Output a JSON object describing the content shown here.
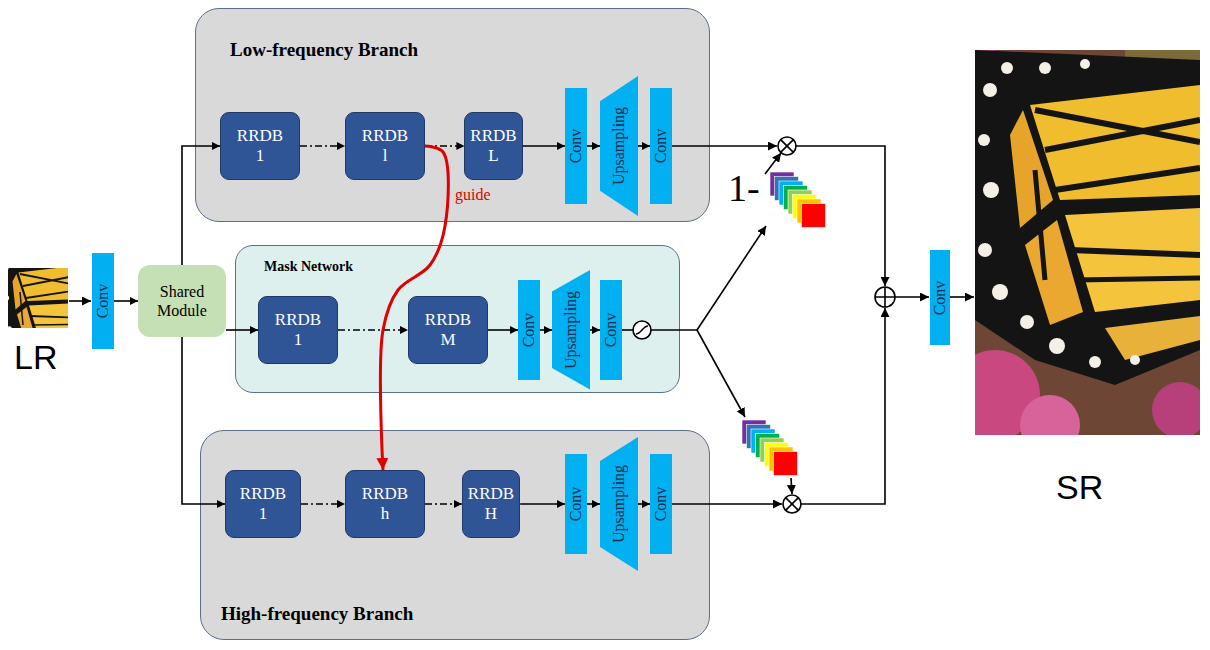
{
  "diagram": {
    "nodes": [
      {
        "text": [
          "Conv"
        ]
      },
      {
        "text": [
          "Shared Module"
        ]
      },
      {
        "text": [
          "Low-frequency Branch"
        ]
      },
      {
        "text": [
          "RRDB 1"
        ],
        "in": 2
      },
      {
        "text": [
          "RRDB l"
        ],
        "in": 2
      },
      {
        "text": [
          "RRDB L"
        ],
        "in": 2
      },
      {
        "text": [
          "Conv"
        ],
        "in": 2
      },
      {
        "text": [
          "Upsampling"
        ],
        "in": 2
      },
      {
        "text": [
          "Conv"
        ],
        "in": 2
      },
      {
        "text": [
          "Mask Network"
        ]
      },
      {
        "text": [
          "RRDB 1"
        ],
        "in": 9
      },
      {
        "text": [
          "RRDB M"
        ],
        "in": 9
      },
      {
        "text": [
          "Conv"
        ],
        "in": 9
      },
      {
        "text": [
          "Upsampling"
        ],
        "in": 9
      },
      {
        "text": [
          "Conv"
        ],
        "in": 9
      },
      {
        "text": [
          "High-frequency Branch"
        ]
      },
      {
        "text": [
          "RRDB 1"
        ],
        "in": 15
      },
      {
        "text": [
          "RRDB h"
        ],
        "in": 15
      },
      {
        "text": [
          "RRDB H"
        ],
        "in": 15
      },
      {
        "text": [
          "Conv"
        ],
        "in": 15
      },
      {
        "text": [
          "Upsampling"
        ],
        "in": 15
      },
      {
        "text": [
          "Conv"
        ],
        "in": 15
      },
      {
        "text": [
          "Conv"
        ]
      }
    ],
    "edges": [
      {
        "from": 0,
        "to": 1,
        "arrow": "to"
      },
      {
        "from": 1,
        "to": 3,
        "arrow": "to"
      },
      {
        "from": 1,
        "to": 10,
        "arrow": "to"
      },
      {
        "from": 1,
        "to": 16,
        "arrow": "to"
      },
      {
        "from": 3,
        "to": 4,
        "arrow": "to"
      },
      {
        "from": 4,
        "to": 5,
        "arrow": "to"
      },
      {
        "from": 5,
        "to": 6,
        "arrow": "to"
      },
      {
        "from": 6,
        "to": 7,
        "arrow": "to"
      },
      {
        "from": 7,
        "to": 8,
        "arrow": "to"
      },
      {
        "from": 10,
        "to": 11,
        "arrow": "to"
      },
      {
        "from": 11,
        "to": 12,
        "arrow": "to"
      },
      {
        "from": 12,
        "to": 13,
        "arrow": "to"
      },
      {
        "from": 13,
        "to": 14,
        "arrow": "to"
      },
      {
        "from": 16,
        "to": 17,
        "arrow": "to"
      },
      {
        "from": 17,
        "to": 18,
        "arrow": "to"
      },
      {
        "from": 18,
        "to": 19,
        "arrow": "to"
      },
      {
        "from": 19,
        "to": 20,
        "arrow": "to"
      },
      {
        "from": 20,
        "to": 21,
        "arrow": "to"
      },
      {
        "from": 4,
        "to": 17,
        "label": "guide",
        "arrow": "to"
      }
    ],
    "labels": [
      "LR",
      "1-",
      "SR"
    ]
  }
}
